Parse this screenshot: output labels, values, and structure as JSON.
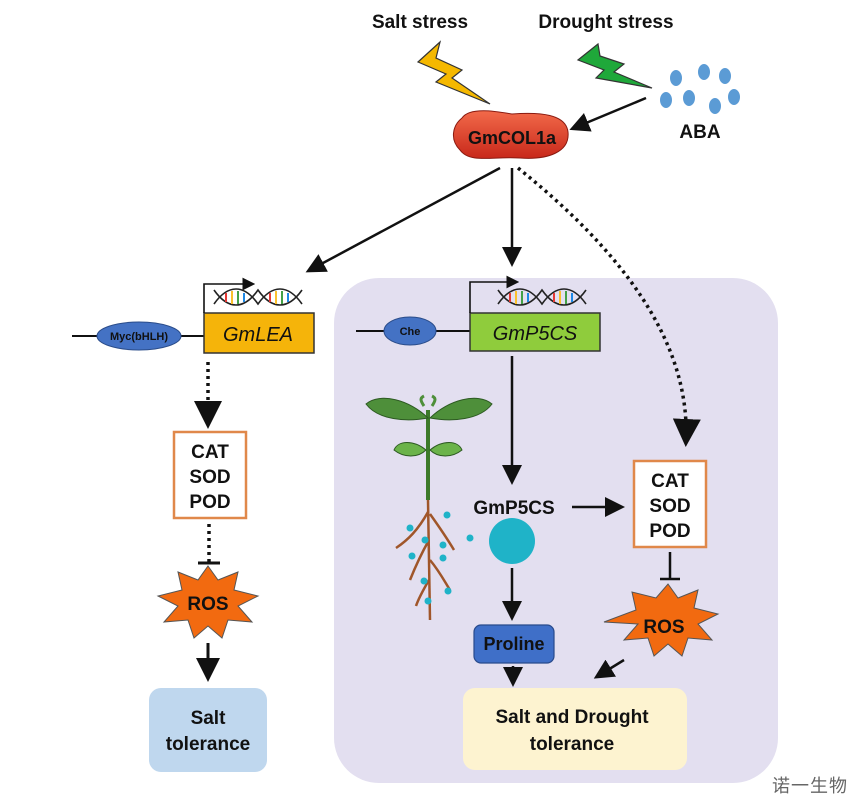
{
  "stressors": {
    "salt": "Salt stress",
    "drought": "Drought stress",
    "aba": "ABA"
  },
  "central_protein": "GmCOL1a",
  "left_branch": {
    "tf": "Myc(bHLH)",
    "gene": "GmLEA",
    "enzymes": [
      "CAT",
      "SOD",
      "POD"
    ],
    "ros": "ROS",
    "outcome": [
      "Salt",
      "tolerance"
    ]
  },
  "right_branch": {
    "tf": "Che",
    "gene": "GmP5CS",
    "protein": "GmP5CS",
    "enzymes": [
      "CAT",
      "SOD",
      "POD"
    ],
    "ros": "ROS",
    "metabolite": "Proline",
    "outcome": [
      "Salt and Drought",
      "tolerance"
    ]
  },
  "colors": {
    "salt_bolt": "#f5b800",
    "drought_bolt": "#1fa83a",
    "aba_dot": "#5b9bd5",
    "gmcol1a": "#e8402a",
    "gmlea_box": "#f5b40a",
    "gmp5cs_box": "#8fcc3c",
    "tf_ellipse": "#4472c4",
    "enzyme_border": "#e0884a",
    "ros": "#f26a10",
    "salt_tol_bg": "#bfd7ee",
    "sd_tol_bg": "#fdf3d0",
    "panel_bg": "#e3dff0",
    "proline": "#3f6fc8",
    "p5cs_circle": "#1fb3c8"
  },
  "watermark": "诺一生物"
}
